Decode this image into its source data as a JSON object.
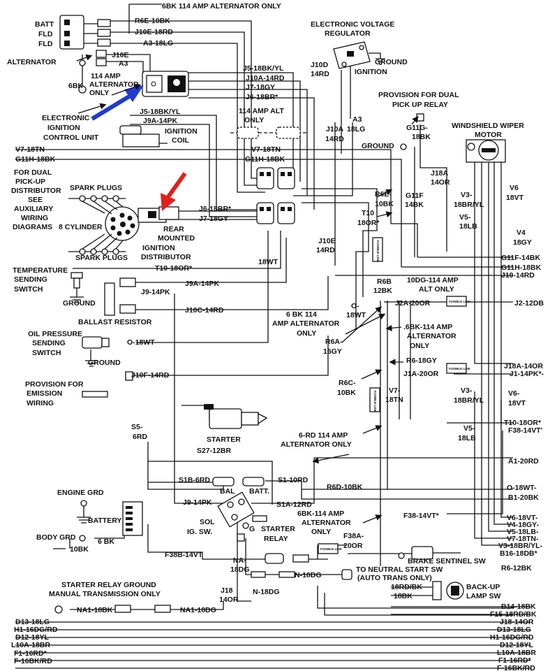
{
  "labels": {
    "top_6bk": "6BK 114 AMP ALTERNATOR ONLY",
    "batt": "BATT",
    "fld1": "FLD",
    "fld2": "FLD",
    "r6e_top": "R6E-10BK",
    "j10e_18rd": "J10E-18RD",
    "a3_18lg": "A3-18LG",
    "j10e": "J10E",
    "a3": "A3",
    "alternator": "ALTERNATOR",
    "bk6": "6BK",
    "amp114": "114 AMP",
    "alternator2": "ALTERNATOR",
    "only": "ONLY",
    "evr1": "ELECTRONIC VOLTAGE",
    "evr2": "REGULATOR",
    "ground_evr": "GROUND",
    "ignition": "IGNITION",
    "j10d": "J10D",
    "rd14": "14RD",
    "j5_top": "J5-18BK/YL",
    "j10a_top": "J10A-14RD",
    "j7_top": "J7-18GY",
    "j6_top": "J6-18BR*",
    "eicu1": "ELECTRONIC",
    "eicu2": "IGNITION",
    "eicu3": "CONTROL UNIT",
    "j5_mid": "J5-18BK/YL",
    "j9a_mid": "J9A-14PK",
    "alt114_1": "114 AMP ALT",
    "alt114_2": "ONLY",
    "coil1": "IGNITION",
    "coil2": "COIL",
    "j10a_v": "J10A",
    "rd14_v": "14RD",
    "a3_v": "A3",
    "lg18_v": "18LG",
    "ground_mid": "GROUND",
    "pudp1": "PROVISION FOR DUAL",
    "pudp2": "PICK UP RELAY",
    "g11g": "G11G-",
    "bk18_g11g": "18BK",
    "wsw1": "WINDSHIELD WIPER",
    "wsw2": "MOTOR",
    "v7_left": "V7-18TN",
    "g11h_left": "G11H-18BK",
    "v7_mid": "V7-18TN",
    "g11h_mid": "G11H-18BK",
    "j18a": "J18A",
    "or14": "14OR",
    "fdp1": "FOR DUAL",
    "fdp2": "PICK-UP",
    "fdp3": "DISTRIBUTOR",
    "fdp4": "SEE",
    "fdp5": "AUXILIARY",
    "fdp6": "WIRING",
    "fdp7": "DIAGRAMS",
    "spark1": "SPARK PLUGS",
    "cyl8": "8 CYLINDER",
    "spark2": "SPARK PLUGS",
    "rear1": "REAR",
    "rear2": "MOUNTED",
    "rear3": "IGNITION",
    "rear4": "DISTRIBUTOR",
    "j6_mid": "J6-18BR*",
    "j7_mid": "J7-18GY",
    "g11f": "G11F",
    "bk14": "14BK",
    "r6e_v": "R6E-",
    "bk10": "10BK",
    "t10": "T10",
    "or18": "18OR*",
    "j10e_v": "J10E",
    "rd14_j10e": "14RD",
    "v3_top": "V3-",
    "br18yl_top": "18BR/YL",
    "v5_top": "V5-",
    "lb18_top": "18LB",
    "v6_top": "V6",
    "vt18_top": "18VT",
    "v4": "V4",
    "gy18": "18GY",
    "wt18": "18WT",
    "t10_mid": "T10-18OR*",
    "g11f_right": "G11F-14BK",
    "g11h_right": "G11H-18BK",
    "j10_right": "J10-14RD",
    "temp1": "TEMPERATURE",
    "temp2": "SENDING",
    "temp3": "SWITCH",
    "ground_temp": "GROUND",
    "j9": "J9-14PK",
    "j9a_long": "J9A-14PK",
    "ballast": "BALLAST RESISTOR",
    "j10c": "J10C-14RD",
    "r6b": "R6B",
    "bk12": "12BK",
    "dg10": "10DG-114 AMP",
    "altonly": "ALT ONLY",
    "j2a": "J2A-20OR",
    "j2": "J2-12DB",
    "o_v": "O-",
    "wt18_b": "18WT",
    "bk6_114": "6 BK 114",
    "ampalt": "AMP ALTERNATOR",
    "only2": "ONLY",
    "r6a": "R6A-",
    "gy16": "16GY",
    "bk6_2a": ".6BK-114 AMP",
    "bk6_2b": "ALTERNATOR",
    "bk6_2c": "ONLY",
    "oil1": "OIL PRESSURE",
    "oil2": "SENDING",
    "oil3": "SWITCH",
    "o18wt": "O-18WT",
    "ground_oil": "GROUND",
    "r6_18gy": "R6-18GY",
    "j18a_right": "J18A-14OR",
    "j1a": "J1A-20OR",
    "j1": "J1-14PK*-",
    "j10f": "J10F-14RD",
    "r6c": "R6C-",
    "bk10_r6c": "10BK",
    "v7_low": "V7-",
    "tn18_low": "18TN",
    "v3_low": "V3-",
    "br18yl_low": "18BR/YL",
    "v6_low": "V6-",
    "vt18_low": "18VT",
    "pem1": "PROVISION FOR",
    "pem2": "EMISSION",
    "pem3": "WIRING",
    "t10_right": "T10-18OR*",
    "v5_low": "V5-",
    "lb18_low": "18LB",
    "f38_right": "F38-14VT'",
    "s5": "S5-",
    "rd6": "6RD",
    "starter": "STARTER",
    "s27": "S27-12BR",
    "rd6_114a": "6-RD 114 AMP",
    "rd6_114b": "ALTERNATOR ONLY",
    "a1": "A1-20RD",
    "s1b": "S1B-6RD",
    "s1": "S1-10RD",
    "o18wt_right": "O-18WT-",
    "b1": "B1-20BK",
    "engine_grd": "ENGINE GRD",
    "r6d": "R6D-10BK",
    "battery": "BATTERY",
    "bal": "BAL",
    "batt2": "BATT.",
    "j9_low": "J9-14PK",
    "s1a": "S1A-12RD",
    "bk6_114b_1": "6BK-114 AMP",
    "bk6_114b_2": "ALTERNATOR",
    "bk6_114b_3": "ONLY",
    "f38_mid": "F38-14VT*",
    "v6_right": "V6-18VT-",
    "v4_right": "V4-18GY-",
    "v5_right": "V5-18LB-",
    "v7_right": "V7-18TN-",
    "v3_right": "V3-18BR/YL-",
    "sol": "SOL",
    "ig_sw": "IG. SW.",
    "g": "G",
    "starter_relay1": "STARTER",
    "starter_relay2": "RELAY",
    "body_grd": "BODY GRD",
    "bk6_batt": "6 BK",
    "bk10_body": "10BK",
    "f38b": "F38B-14VT",
    "f38a": "F38A-",
    "or20": "20OR",
    "b16": "B16-18DB*",
    "brake": "BRAKE SENTINEL SW",
    "r6_12bk": "R6-12BK",
    "na": "NA-",
    "dg18": "18DG",
    "n18dg_1": "N-18DG",
    "n18dg_2": "N-18DG",
    "neutral1": "TO NEUTRAL START SW",
    "neutral2": "(AUTO TRANS ONLY)",
    "srg1": "STARTER RELAY GROUND",
    "srg2": "MANUAL TRANSMISSION ONLY",
    "j18": "J18",
    "or14_j18": "14OR",
    "brd": "18RD/BK",
    "bk18": "18BK",
    "backup1": "BACK-UP",
    "backup2": "LAMP SW",
    "na1": "NA1-18BK",
    "na1dg": "NA1-18DG",
    "d13_l": "D13-18LG",
    "h1_l": "H1-16DG/RD",
    "d12_l": "D12-18YL",
    "l10a_l": "L10A-18BR",
    "f1_l": "F1-16RD*",
    "f16_l": "F-16BK/RD",
    "b14_r": "B14-18BK",
    "f15_r": "F15-18RD/BK",
    "j18_r": "J18-14OR",
    "d13_r": "D13-18LG",
    "h1_r": "H1-16DG/RD",
    "d12_r": "D12-18YL",
    "l10a_r": "L10A-18BR",
    "f1_r": "F1-16RD*",
    "f16_r": "F-16BK/RD",
    "fusible": "FUSIBLE LINK"
  },
  "icons": [
    "arrow-blue",
    "arrow-red",
    "ground-symbol"
  ],
  "colors": {
    "ink": "#111111",
    "blue_arrow": "#1f3ccf",
    "red_arrow": "#e0201c"
  }
}
